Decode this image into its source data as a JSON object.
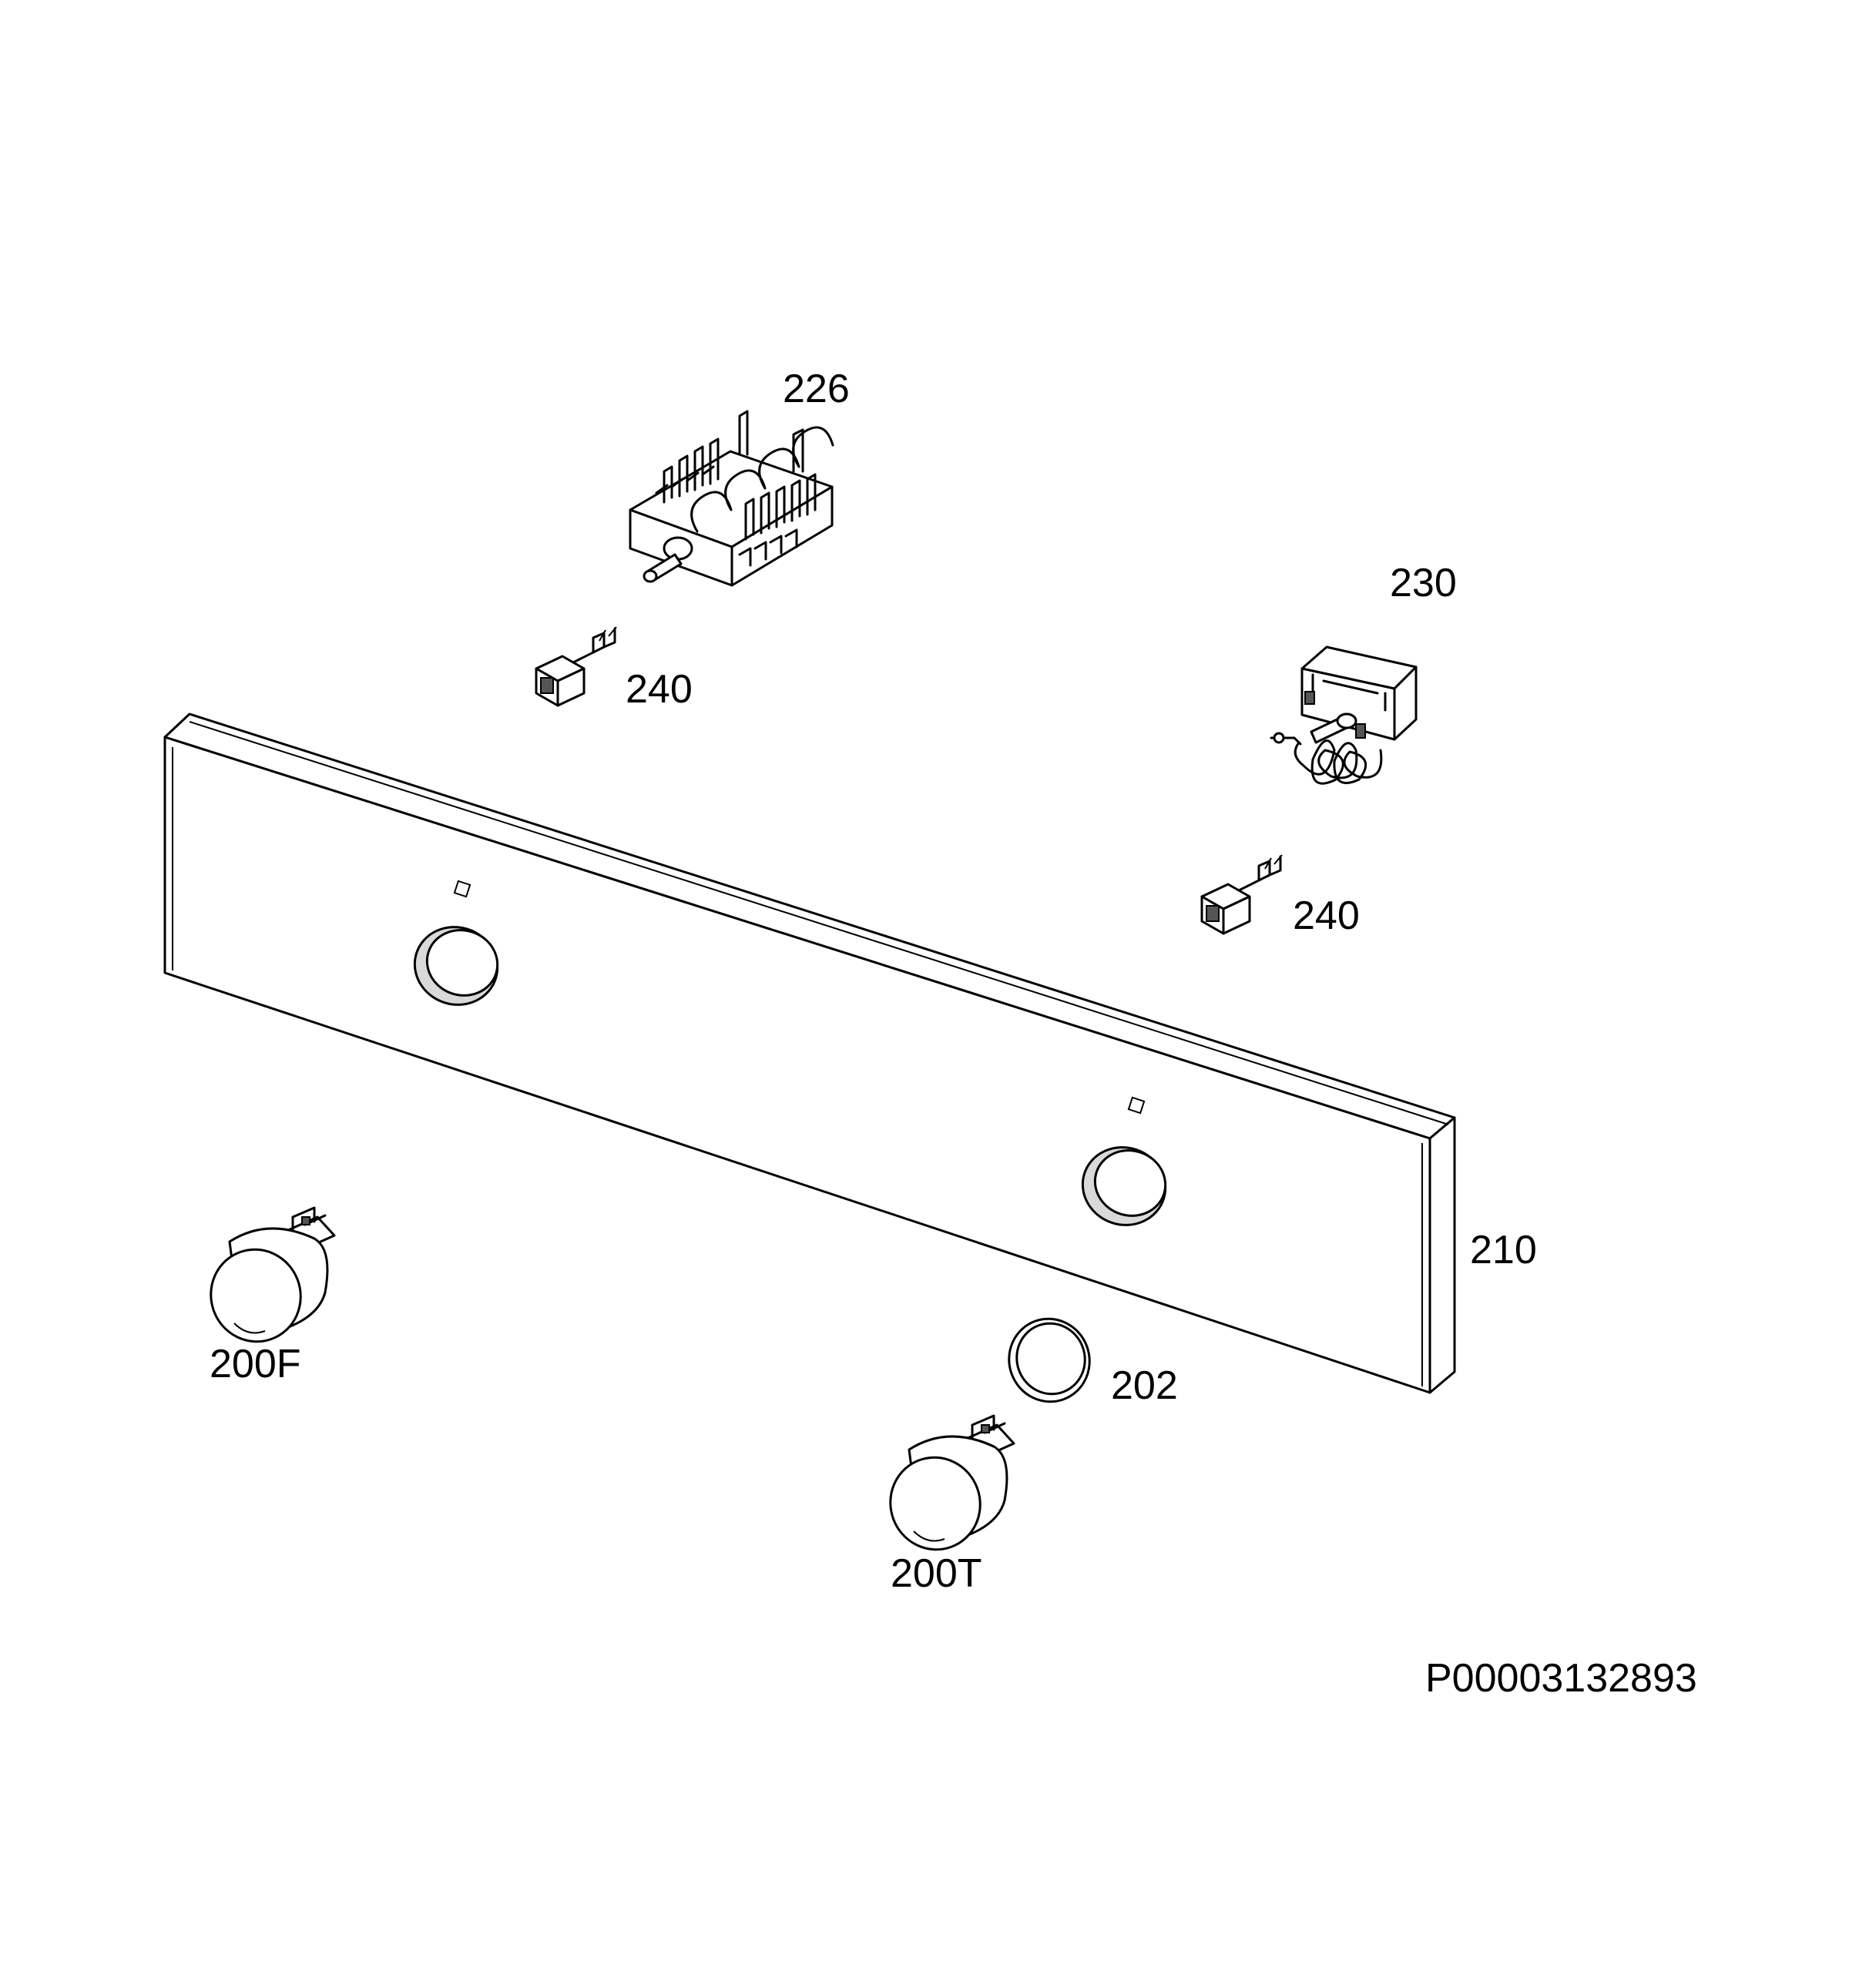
{
  "parts": [
    {
      "ref": "226",
      "name": "selector-switch"
    },
    {
      "ref": "230",
      "name": "thermostat"
    },
    {
      "ref": "240",
      "name": "indicator-lamp-left"
    },
    {
      "ref": "240",
      "name": "indicator-lamp-right"
    },
    {
      "ref": "210",
      "name": "control-panel"
    },
    {
      "ref": "200F",
      "name": "function-knob"
    },
    {
      "ref": "202",
      "name": "knob-ring"
    },
    {
      "ref": "200T",
      "name": "temperature-knob"
    }
  ],
  "drawing_id": "P00003132893"
}
